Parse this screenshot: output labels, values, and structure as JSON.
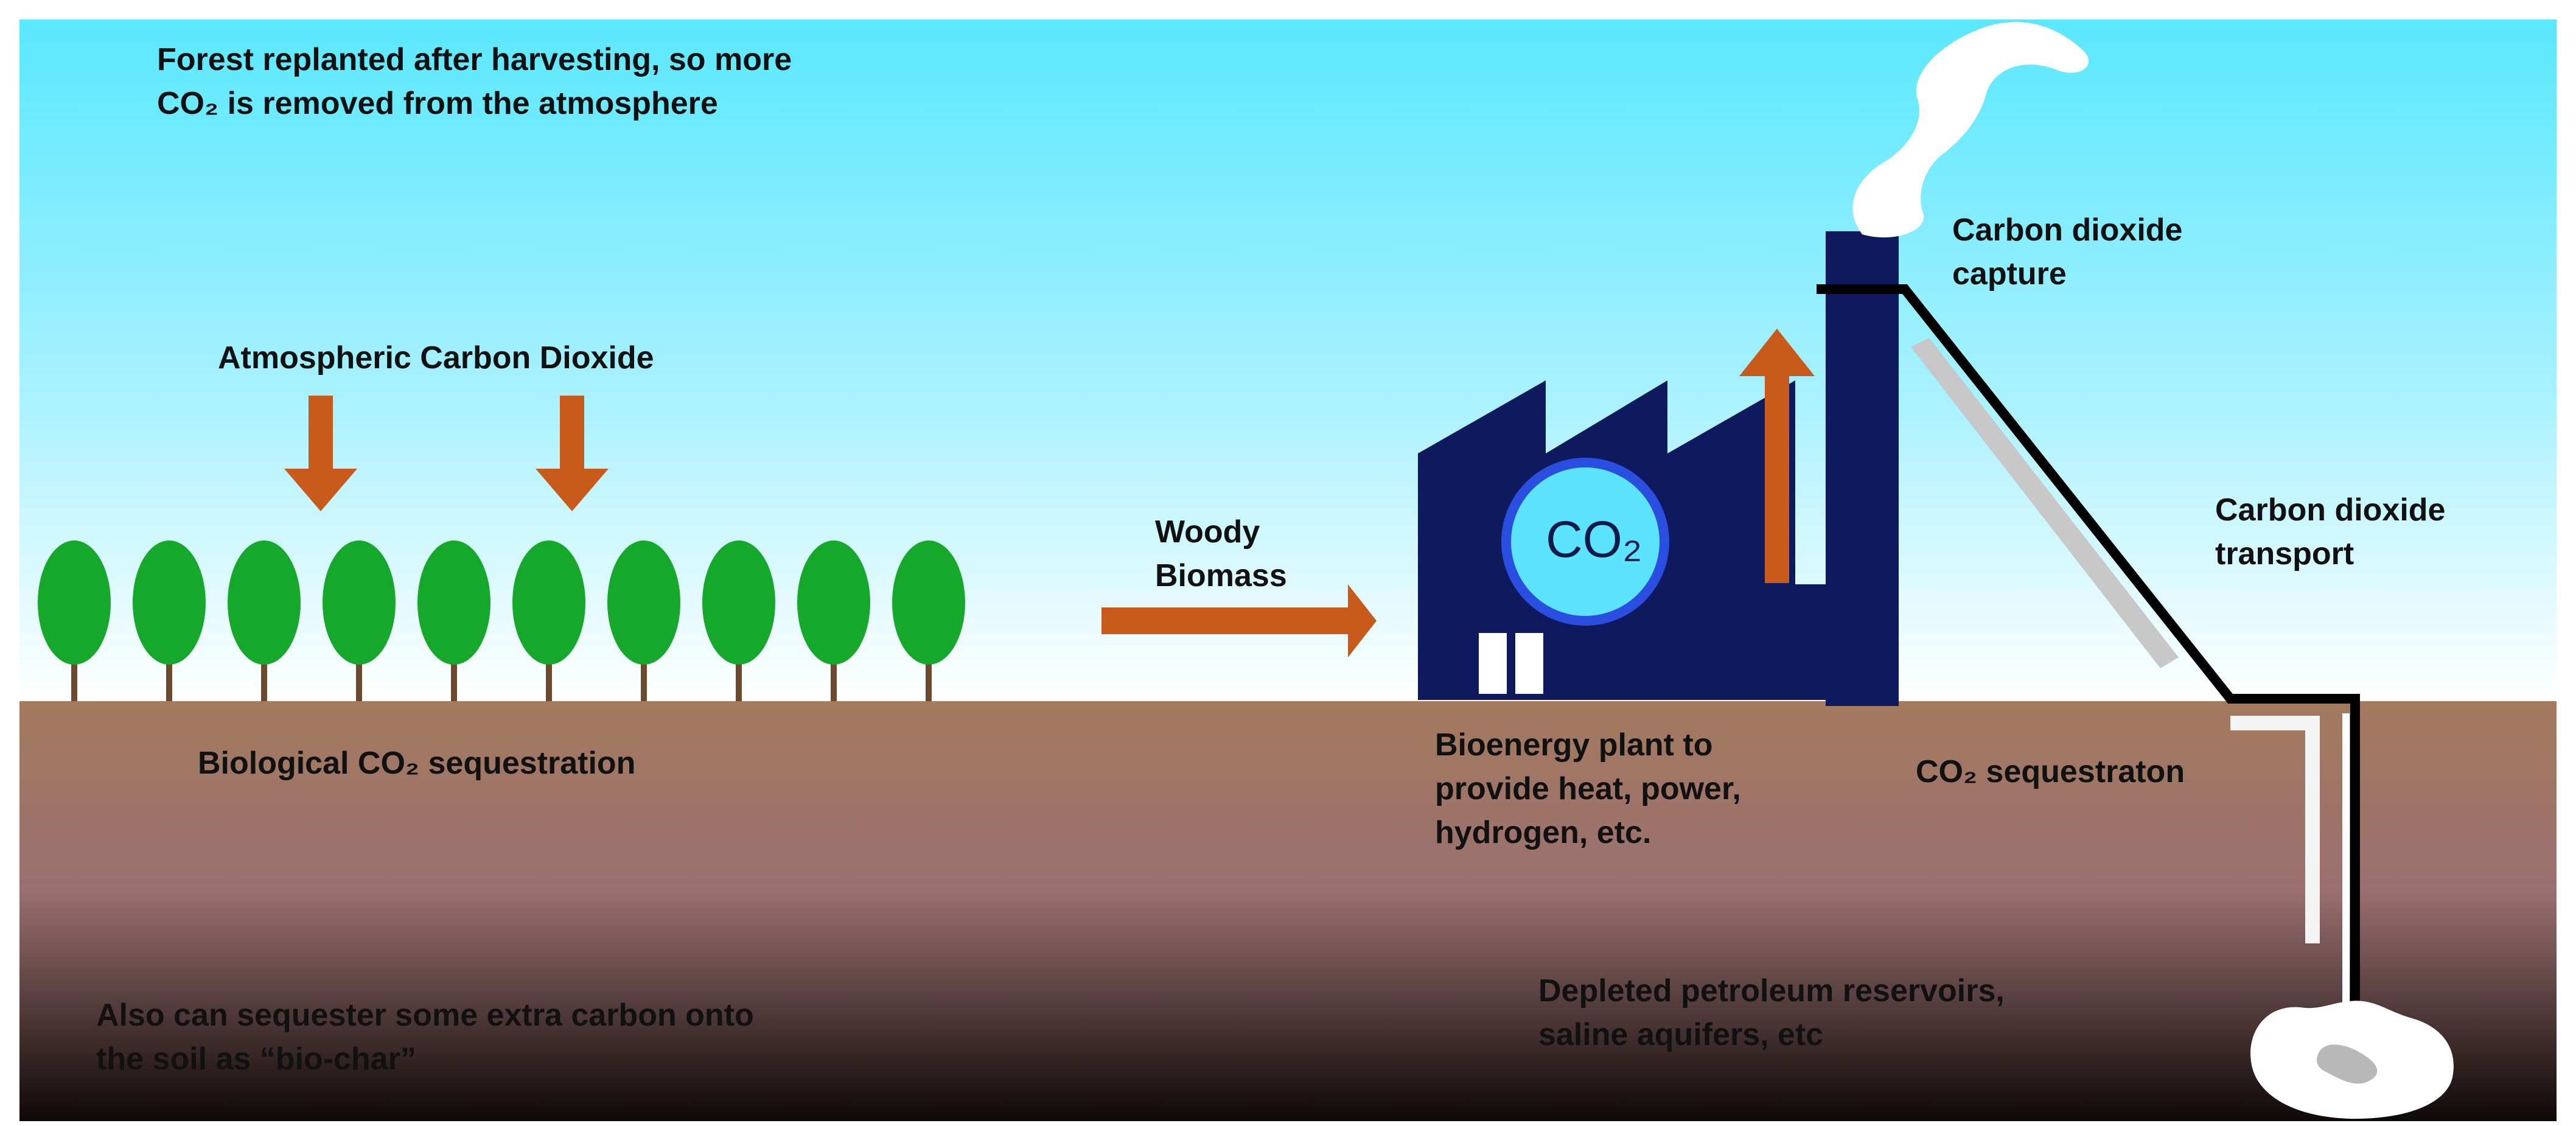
{
  "labels": {
    "forest_line1": "Forest replanted after harvesting, so more",
    "forest_line2": "CO₂ is removed from the atmosphere",
    "atmospheric": "Atmospheric Carbon Dioxide",
    "woody_line1": "Woody",
    "woody_line2": "Biomass",
    "capture_line1": "Carbon dioxide",
    "capture_line2": "capture",
    "transport_line1": "Carbon dioxide",
    "transport_line2": "transport",
    "biological": "Biological CO₂ sequestration",
    "plant_line1": "Bioenergy plant to",
    "plant_line2": "provide heat, power,",
    "plant_line3": "hydrogen, etc.",
    "sequestration": "CO₂ sequestraton",
    "biochar_line1": "Also can sequester some extra carbon onto",
    "biochar_line2": "the soil as “bio-char”",
    "reservoir_line1": "Depleted petroleum reservoirs,",
    "reservoir_line2": "saline aquifers, etc",
    "factory_co2": "CO₂"
  },
  "colors": {
    "sky_top": "#5ae8ff",
    "sky_bottom": "#ffffff",
    "soil_top": "#a37a5e",
    "soil_mid": "#9a7070",
    "soil_bottom": "#0e0808",
    "tree_green": "#16a82a",
    "arrow_orange": "#c85a1c",
    "factory_navy": "#0f1a5e",
    "co2_circle": "#5ce4ff",
    "pipe_black": "#000000",
    "grey_bar": "#c8c8c8"
  },
  "icons": {
    "tree": "tree-icon",
    "factory": "factory-icon",
    "smoke": "smoke-icon",
    "arrow": "arrow-icon",
    "pipe": "pipeline-icon",
    "reservoir": "reservoir-icon"
  }
}
